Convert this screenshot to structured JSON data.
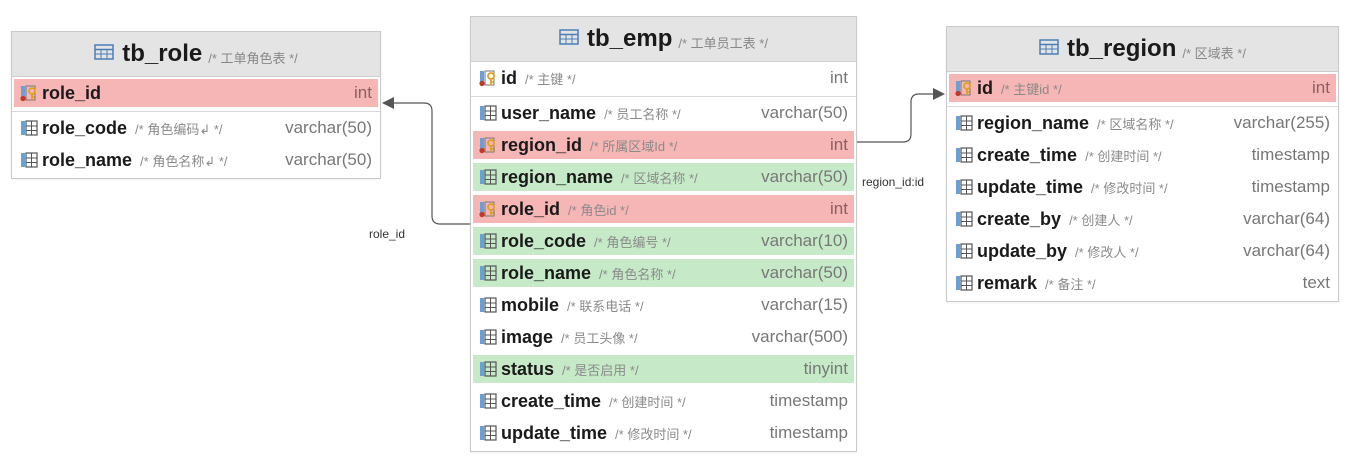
{
  "colors": {
    "pk_highlight": "#f7b6b6",
    "fk_highlight": "#c6eac8",
    "header_bg": "#e4e4e4",
    "edge": "#555555"
  },
  "tables": {
    "tb_role": {
      "name": "tb_role",
      "comment": "/* 工单角色表 */",
      "columns": [
        {
          "name": "role_id",
          "comment": "",
          "type": "int",
          "key": true,
          "highlight": "red"
        },
        {
          "name": "role_code",
          "comment": "/* 角色编码↲ */",
          "type": "varchar(50)",
          "key": false,
          "highlight": "none"
        },
        {
          "name": "role_name",
          "comment": "/* 角色名称↲ */",
          "type": "varchar(50)",
          "key": false,
          "highlight": "none"
        }
      ]
    },
    "tb_emp": {
      "name": "tb_emp",
      "comment": "/* 工单员工表 */",
      "columns": [
        {
          "name": "id",
          "comment": "/* 主键 */",
          "type": "int",
          "key": true,
          "highlight": "none"
        },
        {
          "name": "user_name",
          "comment": "/* 员工名称 */",
          "type": "varchar(50)",
          "key": false,
          "highlight": "none"
        },
        {
          "name": "region_id",
          "comment": "/* 所属区域Id */",
          "type": "int",
          "key": true,
          "highlight": "red"
        },
        {
          "name": "region_name",
          "comment": "/* 区域名称 */",
          "type": "varchar(50)",
          "key": false,
          "highlight": "green"
        },
        {
          "name": "role_id",
          "comment": "/* 角色id */",
          "type": "int",
          "key": true,
          "highlight": "red"
        },
        {
          "name": "role_code",
          "comment": "/* 角色编号 */",
          "type": "varchar(10)",
          "key": false,
          "highlight": "green"
        },
        {
          "name": "role_name",
          "comment": "/* 角色名称 */",
          "type": "varchar(50)",
          "key": false,
          "highlight": "green"
        },
        {
          "name": "mobile",
          "comment": "/* 联系电话 */",
          "type": "varchar(15)",
          "key": false,
          "highlight": "none"
        },
        {
          "name": "image",
          "comment": "/* 员工头像 */",
          "type": "varchar(500)",
          "key": false,
          "highlight": "none"
        },
        {
          "name": "status",
          "comment": "/* 是否启用 */",
          "type": "tinyint",
          "key": false,
          "highlight": "green"
        },
        {
          "name": "create_time",
          "comment": "/* 创建时间 */",
          "type": "timestamp",
          "key": false,
          "highlight": "none"
        },
        {
          "name": "update_time",
          "comment": "/* 修改时间 */",
          "type": "timestamp",
          "key": false,
          "highlight": "none"
        }
      ]
    },
    "tb_region": {
      "name": "tb_region",
      "comment": "/* 区域表 */",
      "columns": [
        {
          "name": "id",
          "comment": "/* 主键id */",
          "type": "int",
          "key": true,
          "highlight": "red"
        },
        {
          "name": "region_name",
          "comment": "/* 区域名称 */",
          "type": "varchar(255)",
          "key": false,
          "highlight": "none"
        },
        {
          "name": "create_time",
          "comment": "/* 创建时间 */",
          "type": "timestamp",
          "key": false,
          "highlight": "none"
        },
        {
          "name": "update_time",
          "comment": "/* 修改时间 */",
          "type": "timestamp",
          "key": false,
          "highlight": "none"
        },
        {
          "name": "create_by",
          "comment": "/* 创建人 */",
          "type": "varchar(64)",
          "key": false,
          "highlight": "none"
        },
        {
          "name": "update_by",
          "comment": "/* 修改人 */",
          "type": "varchar(64)",
          "key": false,
          "highlight": "none"
        },
        {
          "name": "remark",
          "comment": "/* 备注 */",
          "type": "text",
          "key": false,
          "highlight": "none"
        }
      ]
    }
  },
  "relations": [
    {
      "label": "role_id",
      "from_table": "tb_emp",
      "from_column": "role_id",
      "to_table": "tb_role",
      "to_column": "role_id"
    },
    {
      "label": "region_id:id",
      "from_table": "tb_emp",
      "from_column": "region_id",
      "to_table": "tb_region",
      "to_column": "id"
    }
  ],
  "icons": {
    "table": "table-icon",
    "column": "column-icon",
    "key_column": "key-column-icon"
  }
}
